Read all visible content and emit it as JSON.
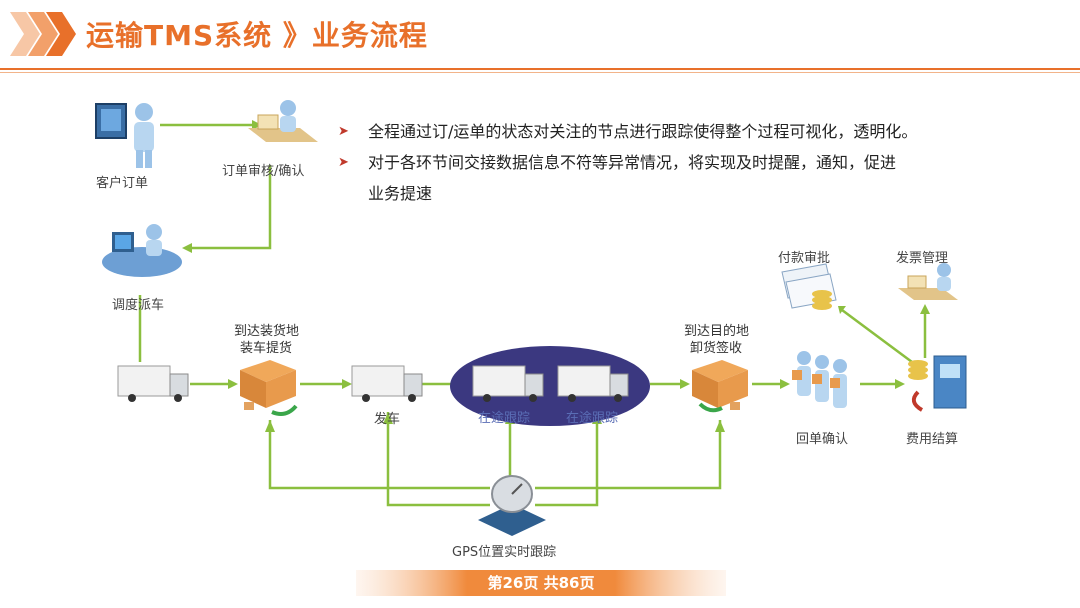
{
  "header": {
    "title": "运输TMS系统 》业务流程",
    "accent_color": "#e8702a"
  },
  "bullets": [
    "全程通过订/运单的状态对关注的节点进行跟踪使得整个过程可视化，透明化。",
    "对于各环节间交接数据信息不符等异常情况，将实现及时提醒，通知，促进",
    "业务提速"
  ],
  "nodes": {
    "customer_order": "客户订单",
    "order_review": "订单审核/确认",
    "dispatch": "调度派车",
    "arrive_load_1": "到达装货地",
    "arrive_load_2": "装车提货",
    "depart": "发车",
    "in_transit_1": "在途跟踪",
    "in_transit_2": "在途跟踪",
    "arrive_dest_1": "到达目的地",
    "arrive_dest_2": "卸货签收",
    "receipt_confirm": "回单确认",
    "payment_approval": "付款审批",
    "invoice_mgmt": "发票管理",
    "cost_settlement": "费用结算",
    "gps": "GPS位置实时跟踪"
  },
  "icons": [
    "computer-user-icon",
    "desk-user-icon",
    "dispatcher-icon",
    "truck-icon",
    "loading-box-icon",
    "oval-highlight",
    "satellite-dish-icon",
    "documents-coins-icon",
    "people-group-icon",
    "atm-coins-icon"
  ],
  "line_color": "#8bbf3f",
  "footer": {
    "page_label": "第26页  共86页"
  }
}
